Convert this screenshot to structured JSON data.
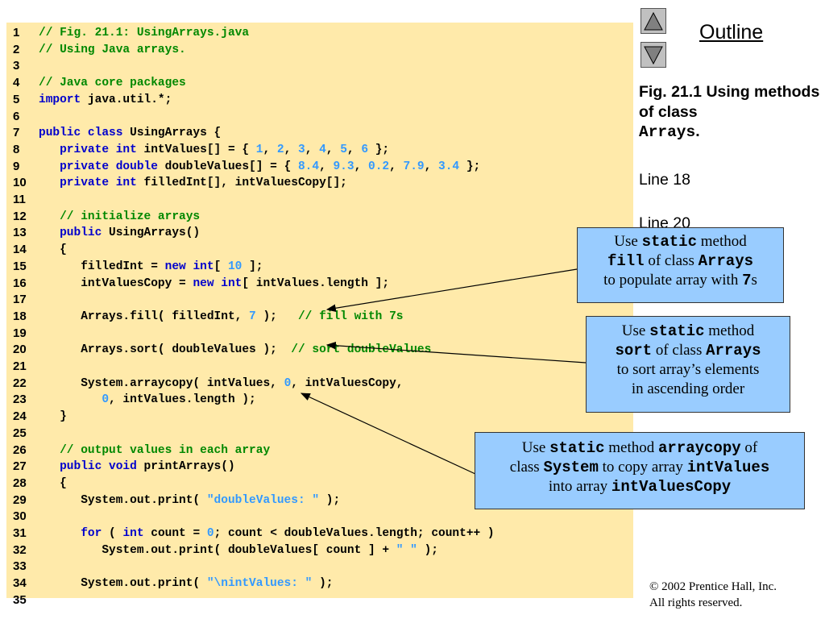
{
  "code_lines": [
    {
      "n": "1",
      "html": "<span class=\"cm\">// Fig. 21.1: UsingArrays.java</span>"
    },
    {
      "n": "2",
      "html": "<span class=\"cm\">// Using Java arrays.</span>"
    },
    {
      "n": "3",
      "html": ""
    },
    {
      "n": "4",
      "html": "<span class=\"cm\">// Java core packages</span>"
    },
    {
      "n": "5",
      "html": "<span class=\"kw\">import</span> java.util.*;"
    },
    {
      "n": "6",
      "html": ""
    },
    {
      "n": "7",
      "html": "<span class=\"kw\">public class</span> UsingArrays {"
    },
    {
      "n": "8",
      "html": "   <span class=\"kw\">private int</span> intValues[] = { <span class=\"num\">1</span>, <span class=\"num\">2</span>, <span class=\"num\">3</span>, <span class=\"num\">4</span>, <span class=\"num\">5</span>, <span class=\"num\">6</span> };"
    },
    {
      "n": "9",
      "html": "   <span class=\"kw\">private double</span> doubleValues[] = { <span class=\"num\">8.4</span>, <span class=\"num\">9.3</span>, <span class=\"num\">0.2</span>, <span class=\"num\">7.9</span>, <span class=\"num\">3.4</span> };"
    },
    {
      "n": "10",
      "html": "   <span class=\"kw\">private int</span> filledInt[], intValuesCopy[];"
    },
    {
      "n": "11",
      "html": ""
    },
    {
      "n": "12",
      "html": "   <span class=\"cm\">// initialize arrays</span>"
    },
    {
      "n": "13",
      "html": "   <span class=\"kw\">public</span> UsingArrays()"
    },
    {
      "n": "14",
      "html": "   {"
    },
    {
      "n": "15",
      "html": "      filledInt = <span class=\"kw\">new int</span>[ <span class=\"num\">10</span> ];"
    },
    {
      "n": "16",
      "html": "      intValuesCopy = <span class=\"kw\">new int</span>[ intValues.length ];"
    },
    {
      "n": "17",
      "html": ""
    },
    {
      "n": "18",
      "html": "      Arrays.fill( filledInt, <span class=\"num\">7</span> );   <span class=\"cm\">// fill with 7s</span>"
    },
    {
      "n": "19",
      "html": ""
    },
    {
      "n": "20",
      "html": "      Arrays.sort( doubleValues );  <span class=\"cm\">// sort doubleValues</span>"
    },
    {
      "n": "21",
      "html": ""
    },
    {
      "n": "22",
      "html": "      System.arraycopy( intValues, <span class=\"num\">0</span>, intValuesCopy,"
    },
    {
      "n": "23",
      "html": "         <span class=\"num\">0</span>, intValues.length );"
    },
    {
      "n": "24",
      "html": "   }"
    },
    {
      "n": "25",
      "html": ""
    },
    {
      "n": "26",
      "html": "   <span class=\"cm\">// output values in each array</span>"
    },
    {
      "n": "27",
      "html": "   <span class=\"kw\">public void</span> printArrays()"
    },
    {
      "n": "28",
      "html": "   {"
    },
    {
      "n": "29",
      "html": "      System.out.print( <span class=\"str\">\"doubleValues: \"</span> );"
    },
    {
      "n": "30",
      "html": ""
    },
    {
      "n": "31",
      "html": "      <span class=\"kw\">for</span> ( <span class=\"kw\">int</span> count = <span class=\"num\">0</span>; count &lt; doubleValues.length; count++ )"
    },
    {
      "n": "32",
      "html": "         System.out.print( doubleValues[ count ] + <span class=\"str\">\" \"</span> );"
    },
    {
      "n": "33",
      "html": ""
    },
    {
      "n": "34",
      "html": "      System.out.print( <span class=\"str\">\"\\nintValues: \"</span> );"
    },
    {
      "n": "35",
      "html": ""
    }
  ],
  "nav": {
    "up_icon": "triangle-up-icon",
    "down_icon": "triangle-down-icon",
    "outline_label": "Outline"
  },
  "sidebar": {
    "fig_label": "Fig. 21.1   Using methods of class",
    "fig_class": "Arrays",
    "fig_end": ".",
    "line18": "Line 18",
    "line20": "Line 20"
  },
  "callouts": {
    "fill": {
      "t1": "Use ",
      "c1": "static",
      "t2": " method",
      "c2": "fill",
      "t3": " of class ",
      "c3": "Arrays",
      "t4": "to populate array with ",
      "c4": "7",
      "t5": "s"
    },
    "sort": {
      "t1": "Use ",
      "c1": "static",
      "t2": " method",
      "c2": "sort",
      "t3": " of class ",
      "c3": "Arrays",
      "t4": "to sort array’s elements",
      "t5": "in ascending order"
    },
    "arraycopy": {
      "t1": "Use ",
      "c1": "static",
      "t2": " method ",
      "c2": "arraycopy",
      "t3": " of",
      "t4": "class ",
      "c3": "System",
      "t5": " to copy array ",
      "c4": "intValues",
      "t6": "into array ",
      "c5": "intValuesCopy"
    }
  },
  "copyright": {
    "line1": "© 2002 Prentice Hall, Inc.",
    "line2": "All rights reserved."
  },
  "colors": {
    "code_bg": "#ffeaaa",
    "keyword": "#0000cc",
    "comment": "#008800",
    "literal": "#3399ff",
    "callout_bg": "#99ccff"
  }
}
